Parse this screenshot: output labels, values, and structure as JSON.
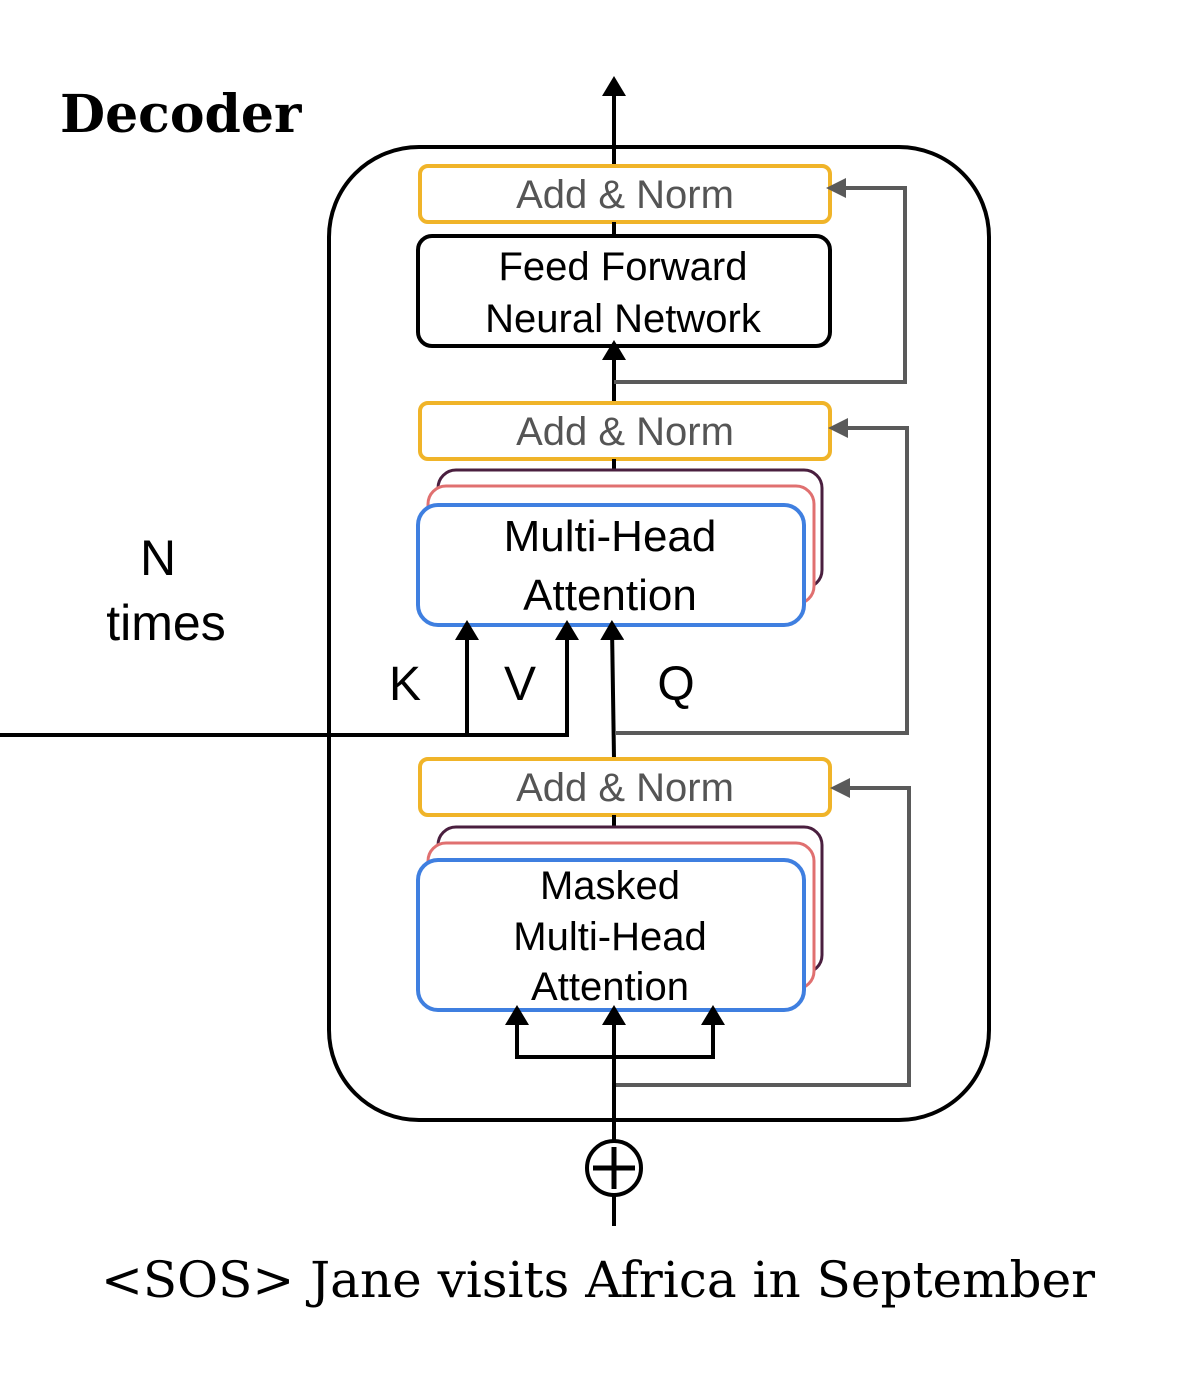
{
  "title": "Decoder",
  "repeat_label": {
    "line1": "N",
    "line2": "times"
  },
  "blocks": {
    "add_norm_top": "Add & Norm",
    "feed_forward": {
      "line1": "Feed Forward",
      "line2": "Neural Network"
    },
    "add_norm_middle": "Add & Norm",
    "cross_attention": {
      "line1": "Multi-Head",
      "line2": "Attention"
    },
    "add_norm_bottom": "Add & Norm",
    "masked_attention": {
      "line1": "Masked",
      "line2": "Multi-Head",
      "line3": "Attention"
    }
  },
  "inputs": {
    "k": "K",
    "v": "V",
    "q": "Q"
  },
  "input_sequence": "<SOS> Jane visits Africa in September",
  "colors": {
    "add_norm_border": "#f0b429",
    "add_norm_text": "#555555",
    "attention_border": "#3f7fe0",
    "head_stack_pink": "#e07070",
    "head_stack_dark": "#4a1f3f",
    "residual_line": "#5a5a5a",
    "main_line": "#000000"
  },
  "icons": {
    "add": "plus-circle-icon"
  }
}
